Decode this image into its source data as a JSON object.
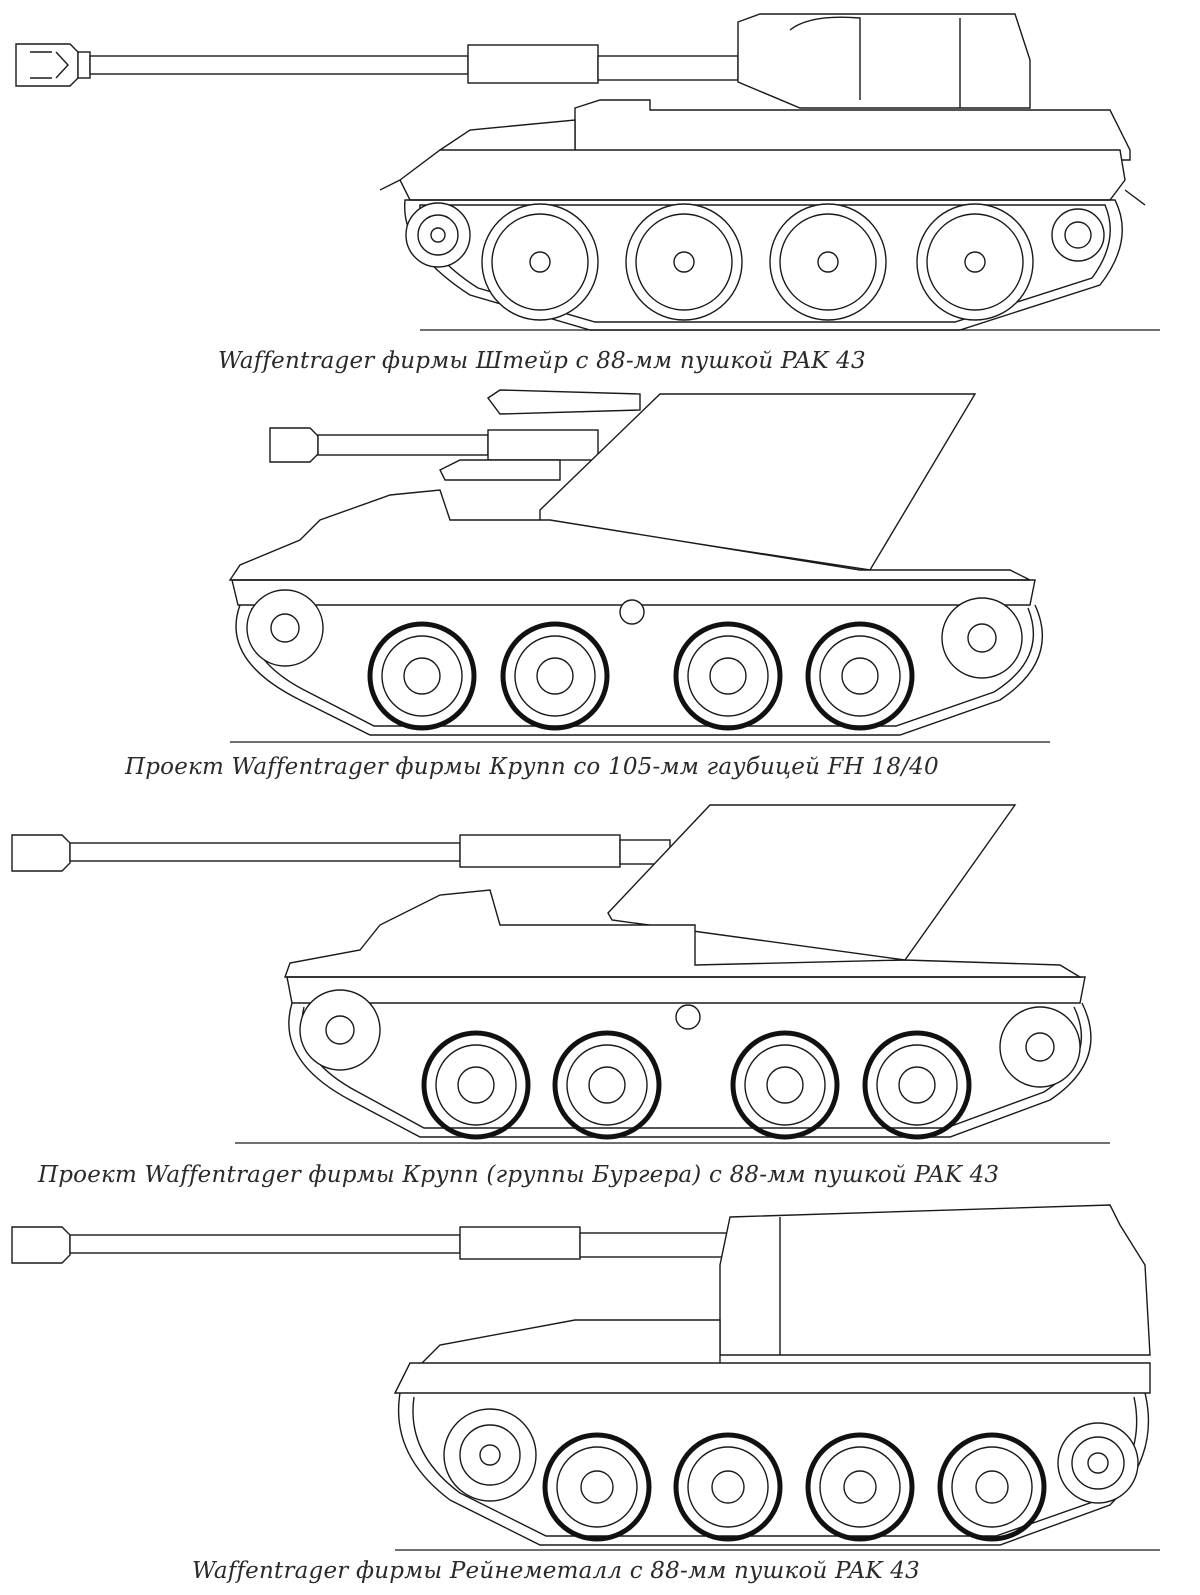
{
  "drawings": [
    {
      "id": "steyr",
      "caption": "Waffentrager фирмы Штейр с 88-мм пушкой PAK 43"
    },
    {
      "id": "krupp-105",
      "caption": "Проект Waffentrager фирмы Крупп со 105-мм гаубицей FH 18/40"
    },
    {
      "id": "krupp-burger",
      "caption": "Проект Waffentrager фирмы Крупп (группы Бургера) с 88-мм пушкой PAK 43"
    },
    {
      "id": "rheinmetall",
      "caption": "Waffentrager фирмы Рейнеметалл с 88-мм пушкой PAK 43"
    }
  ],
  "colors": {
    "line": "#1a1a1a",
    "paper": "#ffffff",
    "caption": "#2a2a2a"
  }
}
